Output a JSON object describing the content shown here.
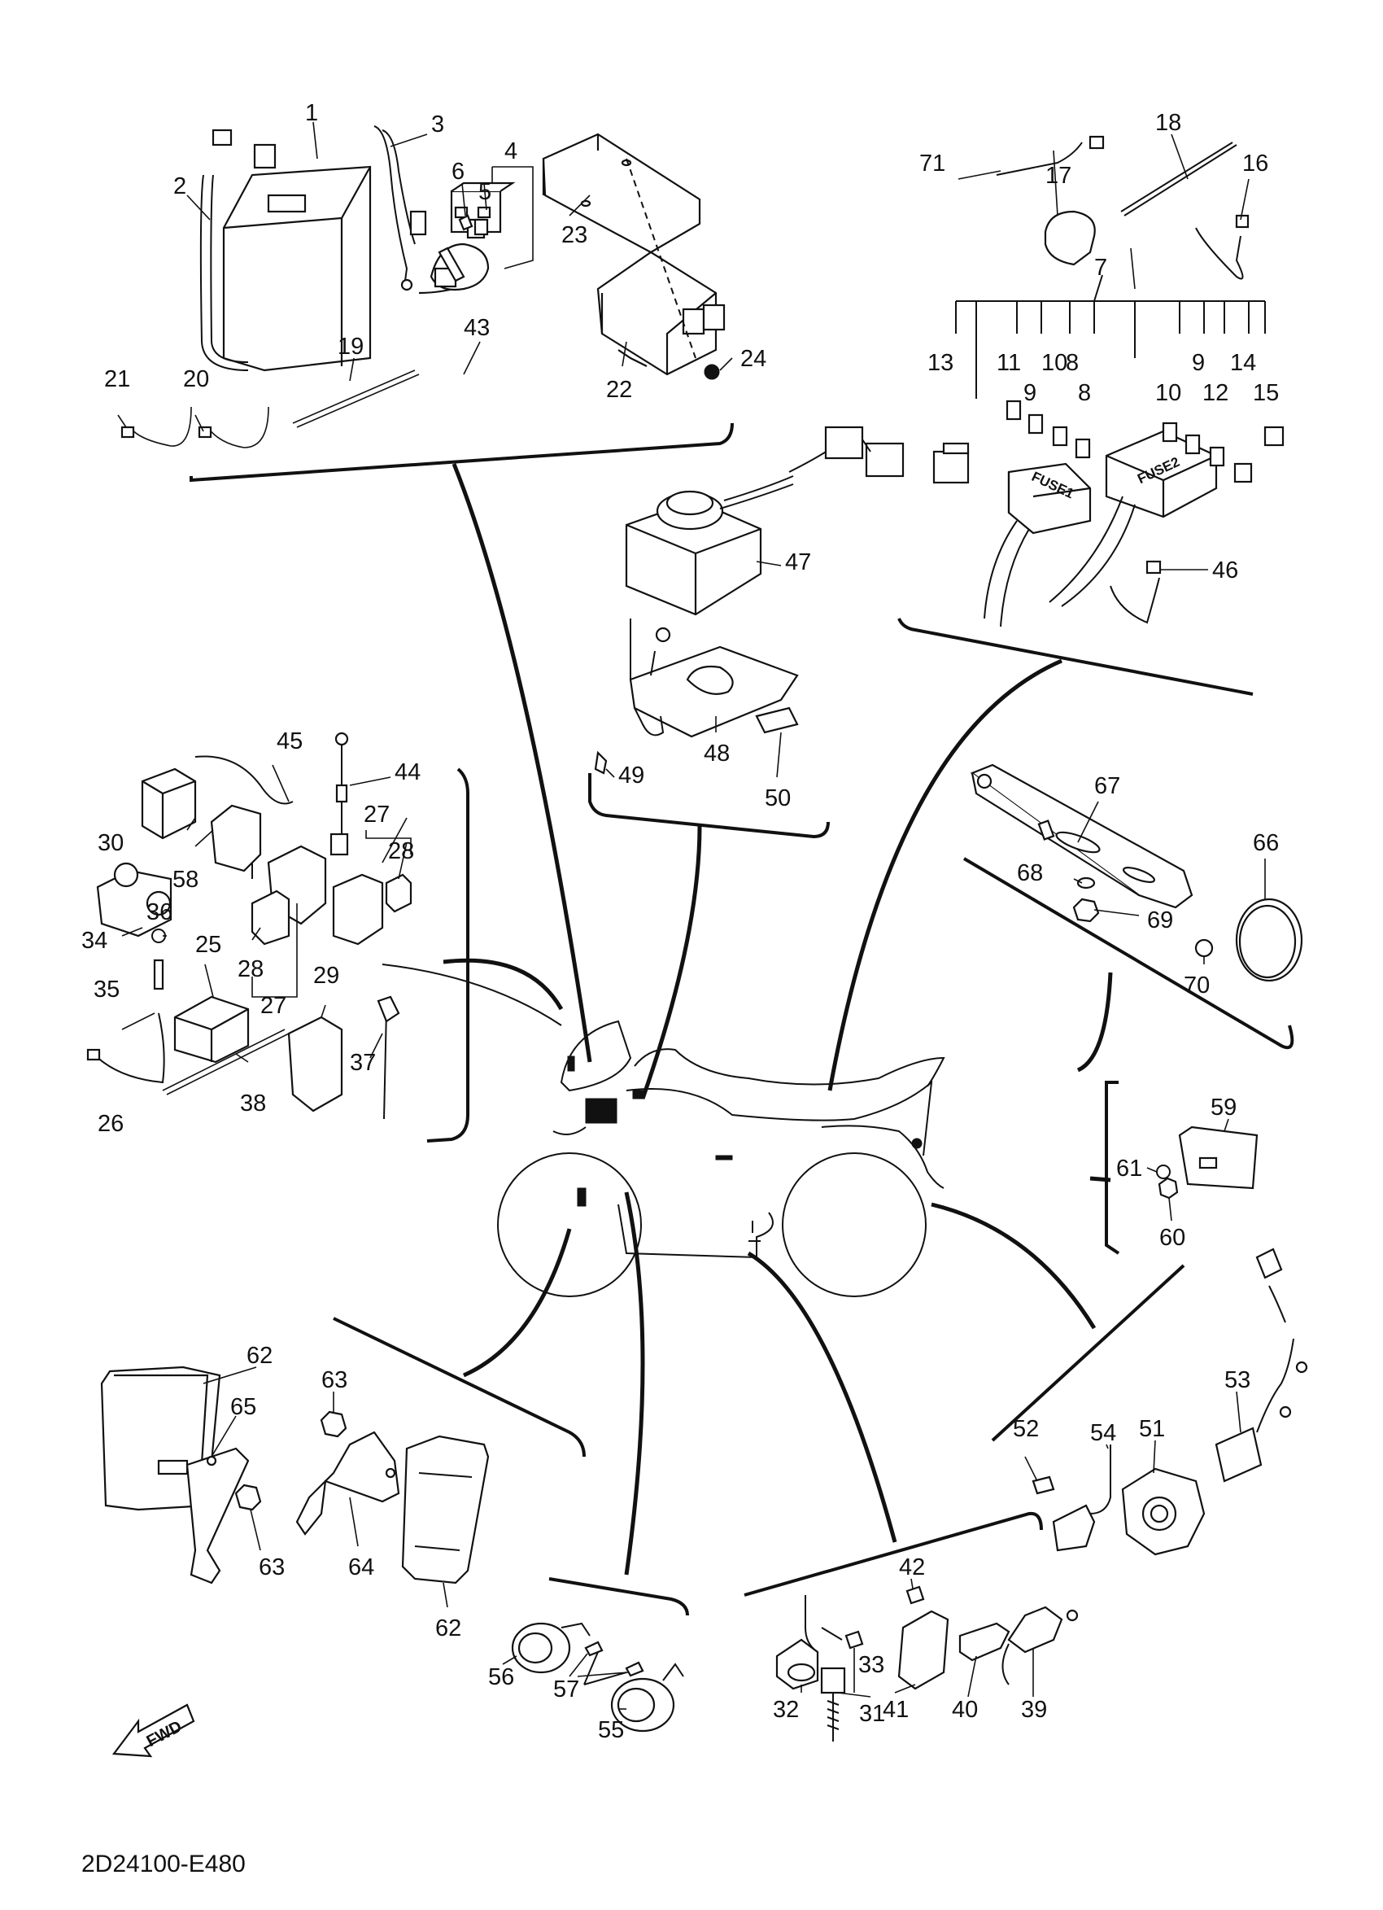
{
  "diagram": {
    "code": "2D24100-E480",
    "fwd_label": "FWD",
    "fuse_labels": [
      "FUSE1",
      "FUSE2"
    ],
    "part_labels": [
      {
        "id": "p1",
        "text": "1"
      },
      {
        "id": "p2",
        "text": "2"
      },
      {
        "id": "p3",
        "text": "3"
      },
      {
        "id": "p4",
        "text": "4"
      },
      {
        "id": "p5",
        "text": "5"
      },
      {
        "id": "p6",
        "text": "6"
      },
      {
        "id": "p7",
        "text": "7"
      },
      {
        "id": "p8a",
        "text": "8"
      },
      {
        "id": "p8b",
        "text": "8"
      },
      {
        "id": "p9a",
        "text": "9"
      },
      {
        "id": "p9b",
        "text": "9"
      },
      {
        "id": "p9c",
        "text": "9"
      },
      {
        "id": "p10a",
        "text": "10"
      },
      {
        "id": "p10b",
        "text": "10"
      },
      {
        "id": "p11",
        "text": "11"
      },
      {
        "id": "p12",
        "text": "12"
      },
      {
        "id": "p13",
        "text": "13"
      },
      {
        "id": "p14",
        "text": "14"
      },
      {
        "id": "p15",
        "text": "15"
      },
      {
        "id": "p16",
        "text": "16"
      },
      {
        "id": "p17",
        "text": "17"
      },
      {
        "id": "p18",
        "text": "18"
      },
      {
        "id": "p19",
        "text": "19"
      },
      {
        "id": "p20",
        "text": "20"
      },
      {
        "id": "p21",
        "text": "21"
      },
      {
        "id": "p22",
        "text": "22"
      },
      {
        "id": "p23",
        "text": "23"
      },
      {
        "id": "p24",
        "text": "24"
      },
      {
        "id": "p25",
        "text": "25"
      },
      {
        "id": "p26",
        "text": "26"
      },
      {
        "id": "p27a",
        "text": "27"
      },
      {
        "id": "p27b",
        "text": "27"
      },
      {
        "id": "p28a",
        "text": "28"
      },
      {
        "id": "p28b",
        "text": "28"
      },
      {
        "id": "p29",
        "text": "29"
      },
      {
        "id": "p30",
        "text": "30"
      },
      {
        "id": "p31",
        "text": "31"
      },
      {
        "id": "p32",
        "text": "32"
      },
      {
        "id": "p33",
        "text": "33"
      },
      {
        "id": "p34",
        "text": "34"
      },
      {
        "id": "p35",
        "text": "35"
      },
      {
        "id": "p36",
        "text": "36"
      },
      {
        "id": "p37",
        "text": "37"
      },
      {
        "id": "p38",
        "text": "38"
      },
      {
        "id": "p39",
        "text": "39"
      },
      {
        "id": "p40",
        "text": "40"
      },
      {
        "id": "p41",
        "text": "41"
      },
      {
        "id": "p42",
        "text": "42"
      },
      {
        "id": "p43",
        "text": "43"
      },
      {
        "id": "p44",
        "text": "44"
      },
      {
        "id": "p45",
        "text": "45"
      },
      {
        "id": "p46",
        "text": "46"
      },
      {
        "id": "p47",
        "text": "47"
      },
      {
        "id": "p48",
        "text": "48"
      },
      {
        "id": "p49",
        "text": "49"
      },
      {
        "id": "p50",
        "text": "50"
      },
      {
        "id": "p51",
        "text": "51"
      },
      {
        "id": "p52",
        "text": "52"
      },
      {
        "id": "p53",
        "text": "53"
      },
      {
        "id": "p54",
        "text": "54"
      },
      {
        "id": "p55",
        "text": "55"
      },
      {
        "id": "p56",
        "text": "56"
      },
      {
        "id": "p57",
        "text": "57"
      },
      {
        "id": "p58",
        "text": "58"
      },
      {
        "id": "p59",
        "text": "59"
      },
      {
        "id": "p60",
        "text": "60"
      },
      {
        "id": "p61",
        "text": "61"
      },
      {
        "id": "p62a",
        "text": "62"
      },
      {
        "id": "p62b",
        "text": "62"
      },
      {
        "id": "p63a",
        "text": "63"
      },
      {
        "id": "p63b",
        "text": "63"
      },
      {
        "id": "p64",
        "text": "64"
      },
      {
        "id": "p65",
        "text": "65"
      },
      {
        "id": "p66",
        "text": "66"
      },
      {
        "id": "p67",
        "text": "67"
      },
      {
        "id": "p68",
        "text": "68"
      },
      {
        "id": "p69",
        "text": "69"
      },
      {
        "id": "p70",
        "text": "70"
      },
      {
        "id": "p71",
        "text": "71"
      }
    ]
  }
}
